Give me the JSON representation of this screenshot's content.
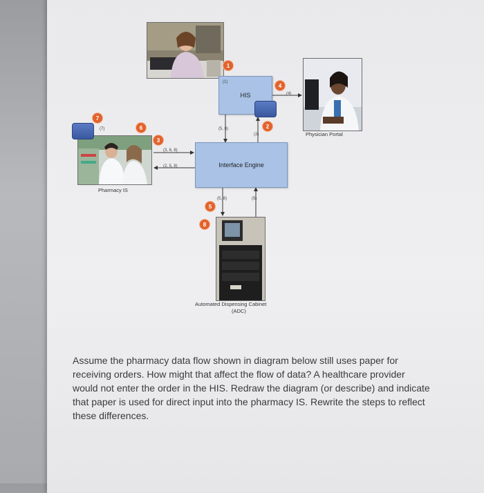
{
  "diagram": {
    "his_label": "HIS",
    "his_step": "(1)",
    "interface_engine_label": "Interface Engine",
    "physician_portal_label": "Physician Portal",
    "pharmacy_is_label": "Pharmacy IS",
    "adc_label_line1": "Automated Dispensing Cabinet",
    "adc_label_line2": "(ADC)",
    "arrow_labels": {
      "his_to_engine": "(5, 8)",
      "engine_to_his": "(2)",
      "his_to_portal": "(4)",
      "pharmacy_out": "(3, 6, 8)",
      "pharmacy_in": "(2, 5, 8)",
      "engine_to_adc": "(5, 8)",
      "adc_to_engine": "(5)",
      "pharmacy_db": "(7)"
    },
    "badges": [
      "1",
      "2",
      "3",
      "4",
      "5",
      "6",
      "7",
      "8"
    ]
  },
  "question": {
    "text": "Assume the pharmacy data flow shown in diagram below still uses paper for receiving orders. How might that affect the flow of data? A healthcare provider would not enter the order in the HIS. Redraw the diagram (or describe) and indicate that paper is used for direct input into the pharmacy IS. Rewrite the steps to reflect these differences."
  },
  "colors": {
    "badge": "#e2632c",
    "box_fill": "#a9c2e6",
    "database": "#3a58a0"
  }
}
